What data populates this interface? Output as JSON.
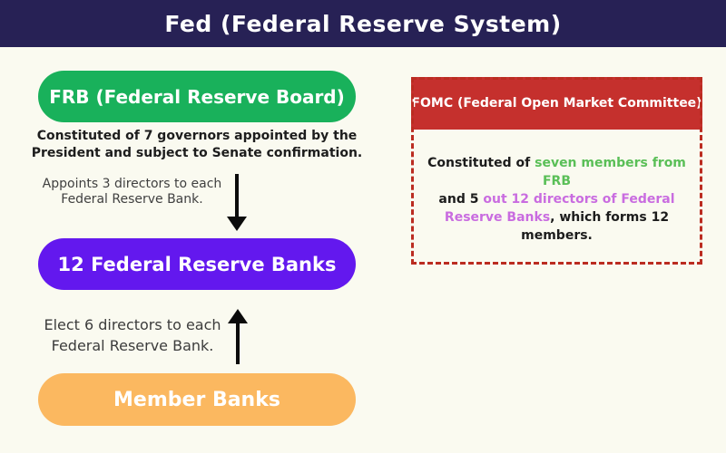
{
  "header": {
    "title": "Fed (Federal Reserve System)"
  },
  "colors": {
    "navy": "#272155",
    "green": "#19b15b",
    "purple": "#6318ee",
    "orange": "#fbb860",
    "red": "#c5302d",
    "red_border": "#bb2c21",
    "cream": "#fafaf0",
    "green_text": "#5abf57",
    "purple_text": "#c96ce0"
  },
  "flow": {
    "frb_label": "FRB (Federal Reserve Board)",
    "frb_note_lines": [
      "Constituted of 7 governors appointed by the",
      "President and subject to Senate confirmation."
    ],
    "appoints_lines": [
      "Appoints 3 directors to each",
      "Federal Reserve Bank."
    ],
    "banks_label": "12 Federal Reserve Banks",
    "elect_lines": [
      "Elect 6 directors to each",
      "Federal Reserve Bank."
    ],
    "member_label": "Member Banks"
  },
  "fomc": {
    "title": "FOMC (Federal Open Market Committee)",
    "body_lines": [
      [
        {
          "text": "Constituted of ",
          "color": "#1c1c1c"
        },
        {
          "text": "seven members from FRB",
          "color": "#5abf57"
        }
      ],
      [
        {
          "text": "and 5 ",
          "color": "#1c1c1c"
        },
        {
          "text": "out 12 directors of Federal",
          "color": "#c96ce0"
        }
      ],
      [
        {
          "text": "Reserve Banks",
          "color": "#c96ce0"
        },
        {
          "text": ", which forms 12 members.",
          "color": "#1c1c1c"
        }
      ]
    ]
  }
}
